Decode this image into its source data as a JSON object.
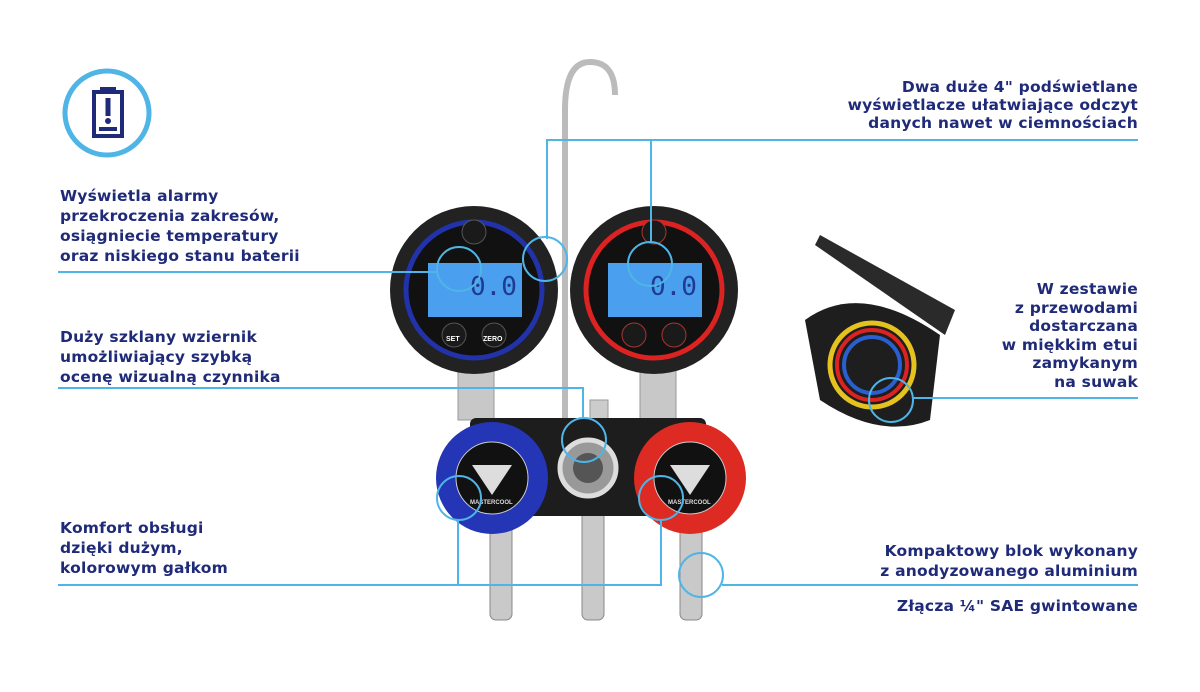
{
  "icon": "battery-alert-icon",
  "colors": {
    "text": "#1f2a78",
    "accent_line": "#4fb4e6",
    "low_side": "#2233aa",
    "high_side": "#dd2222"
  },
  "callouts": {
    "alarms": [
      "Wyświetla alarmy",
      "przekroczenia zakresów,",
      "osiągniecie temperatury",
      "oraz niskiego stanu baterii"
    ],
    "sight_glass": [
      "Duży szklany wziernik",
      "umożliwiający  szybką",
      "ocenę wizualną czynnika"
    ],
    "knobs": [
      "Komfort obsługi",
      "dzięki dużym,",
      "kolorowym gałkom"
    ],
    "displays": [
      "Dwa duże 4\" podświetlane",
      "wyświetlacze ułatwiające odczyt",
      "danych nawet w ciemnościach"
    ],
    "case": [
      "W zestawie",
      "z przewodami",
      "dostarczana",
      "w miękkim etui",
      "zamykanym",
      "na suwak"
    ],
    "block": [
      "Kompaktowy blok wykonany",
      "z anodyzowanego aluminium"
    ],
    "ports": "Złącza ¼\" SAE gwintowane"
  },
  "gauge": {
    "reading": "0.0",
    "set_label": "SET",
    "zero_label": "ZERO",
    "brand": "MASTERCOOL"
  }
}
